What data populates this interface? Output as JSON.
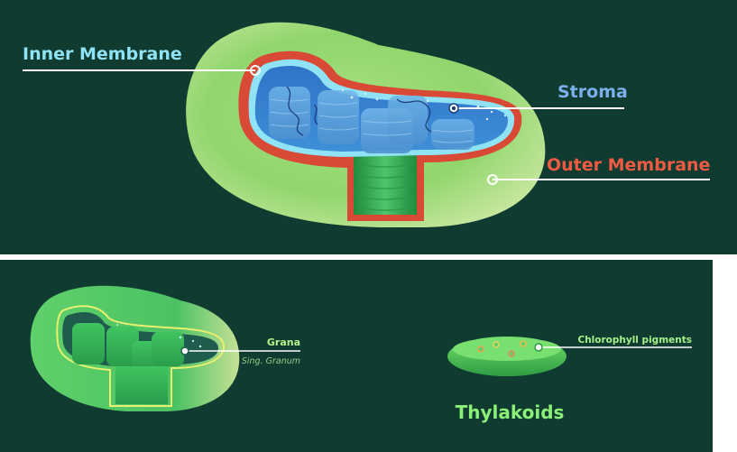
{
  "top": {
    "inner_membrane_label": "Inner Membrane",
    "stroma_label": "Stroma",
    "outer_membrane_label": "Outer Membrane"
  },
  "bottom": {
    "grana_label": "Grana",
    "grana_sub_label": "Sing. Granum",
    "chlorophyll_label": "Chlorophyll pigments",
    "thylakoids_label": "Thylakoids"
  },
  "colors": {
    "background": "#0f3b30",
    "inner_membrane": "#8fe3f5",
    "stroma": "#7bb0ec",
    "outer_membrane": "#ef5a43",
    "grana_label": "#b8f28a",
    "thylakoids": "#8cf078",
    "chlorophyll_label": "#a8f08a"
  }
}
